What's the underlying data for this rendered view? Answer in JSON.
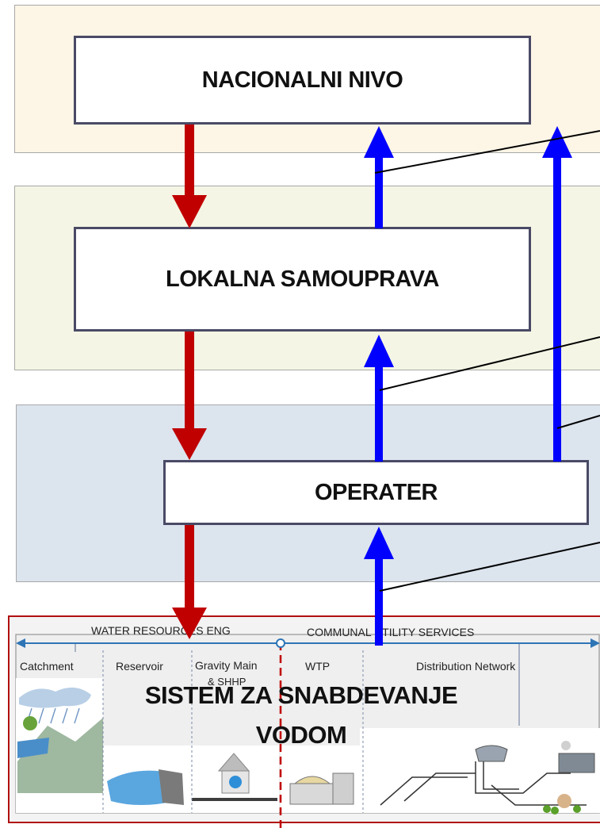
{
  "levels": {
    "national": "NACIONALNI NIVO",
    "local": "LOKALNA SAMOUPRAVA",
    "operator": "OPERATER"
  },
  "system": {
    "title_line1": "SISTEM ZA SNABDEVANJE",
    "title_line2": "VODOM",
    "domains": {
      "left": "WATER RESOURCES ENG",
      "right": "COMMUNAL UTILITY SERVICES"
    },
    "stages": {
      "catchment": "Catchment",
      "reservoir": "Reservoir",
      "gravity_main_1": "Gravity Main",
      "gravity_main_2": "& SHHP",
      "wtp": "WTP",
      "distribution": "Distribution Network"
    }
  },
  "colors": {
    "band_national": "#fdf5e6",
    "band_local": "#f4f5e4",
    "band_operator": "#dce4ee",
    "arrow_down": "#c00000",
    "arrow_up": "#0000ff"
  }
}
